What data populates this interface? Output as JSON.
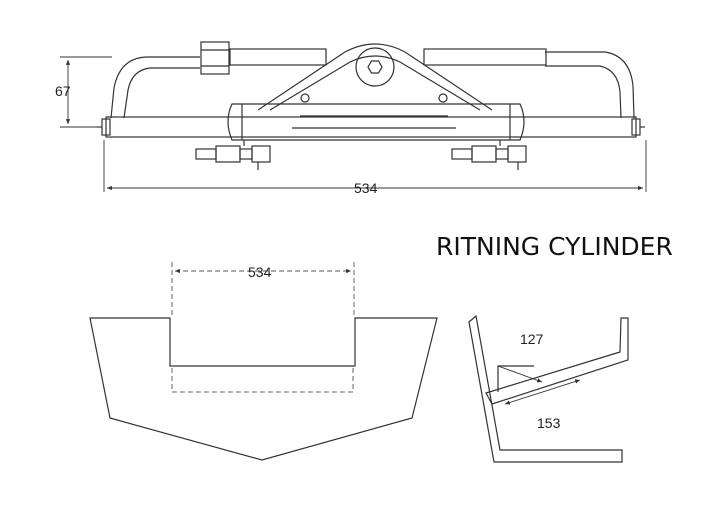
{
  "title": "RITNING CYLINDER",
  "dimensions": {
    "cylinder_height": "67",
    "cylinder_width": "534",
    "transom_cutout_width": "534",
    "bracket_depth": "127",
    "bracket_length": "153"
  },
  "colors": {
    "line": "#333333",
    "dashed": "#555555",
    "background": "#ffffff"
  }
}
